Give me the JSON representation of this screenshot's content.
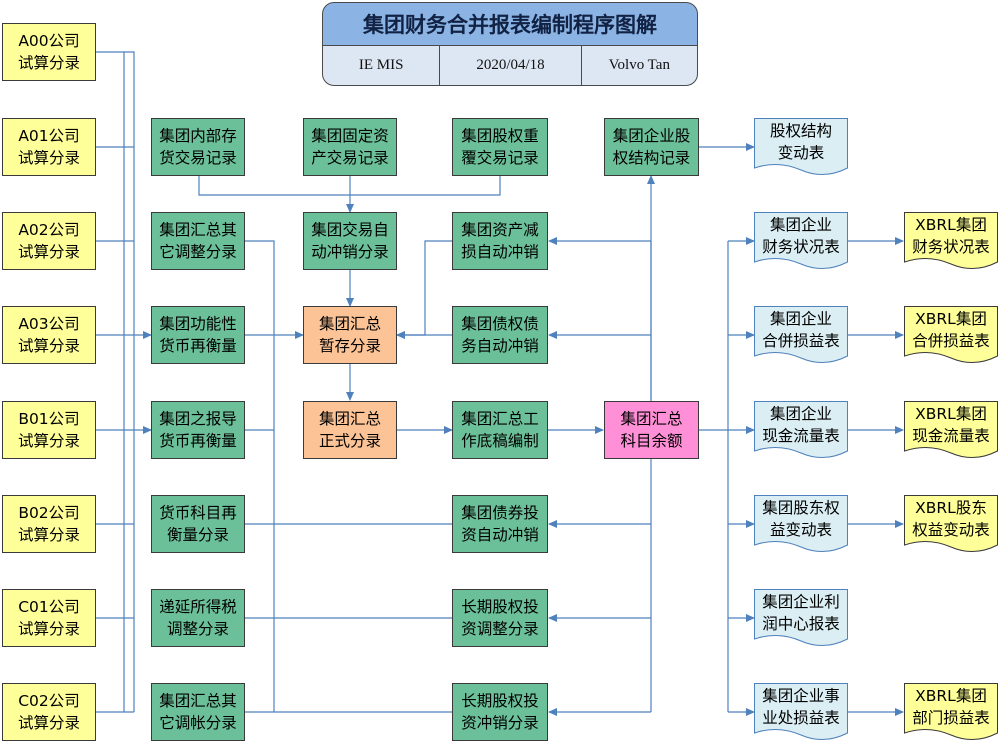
{
  "header": {
    "title": "集团财务合并报表编制程序图解",
    "system": "IE MIS",
    "date": "2020/04/18",
    "author": "Volvo Tan"
  },
  "ledgers": [
    "A00公司\n试算分录",
    "A01公司\n试算分录",
    "A02公司\n试算分录",
    "A03公司\n试算分录",
    "B01公司\n试算分录",
    "B02公司\n试算分录",
    "C01公司\n试算分录",
    "C02公司\n试算分录"
  ],
  "adjustments_left": [
    "集团内部存\n货交易记录",
    "集团汇总其\n它调整分录",
    "集团功能性\n货币再衡量",
    "集团之报导\n货币再衡量",
    "货币科目再\n衡量分录",
    "递延所得税\n调整分录",
    "集团汇总其\n它调帐分录"
  ],
  "center": {
    "fixed_asset": "集团固定资\n产交易记录",
    "auto_elim": "集团交易自\n动冲销分录",
    "temp_entry": "集团汇总\n暂存分录",
    "formal_entry": "集团汇总\n正式分录"
  },
  "adjustments_right": [
    "集团股权重\n覆交易记录",
    "集团资产减\n损自动冲销",
    "集团债权债\n务自动冲销",
    "集团汇总工\n作底稿编制",
    "集团债券投\n资自动冲销",
    "长期股权投\n资调整分录",
    "长期股权投\n资冲销分录"
  ],
  "hub": {
    "equity_record": "集团企业股\n权结构记录",
    "balance": "集团汇总\n科目余额"
  },
  "reports": [
    "股权结构\n变动表",
    "集团企业\n财务状况表",
    "集团企业\n合併损益表",
    "集团企业\n现金流量表",
    "集团股东权\n益变动表",
    "集团企业利\n润中心报表",
    "集团企业事\n业处损益表"
  ],
  "xbrl": [
    "XBRL集团\n财务状况表",
    "XBRL集团\n合併损益表",
    "XBRL集团\n现金流量表",
    "XBRL股东\n权益变动表",
    "XBRL集团\n部门损益表"
  ],
  "colors": {
    "line": "#4f81bd",
    "ledger_fill": "#ffff99",
    "process_fill": "#6bbf99",
    "entry_fill": "#fbc396",
    "balance_fill": "#ff8fd6",
    "report_fill": "#daeef3",
    "xbrl_fill": "#ffff99"
  }
}
